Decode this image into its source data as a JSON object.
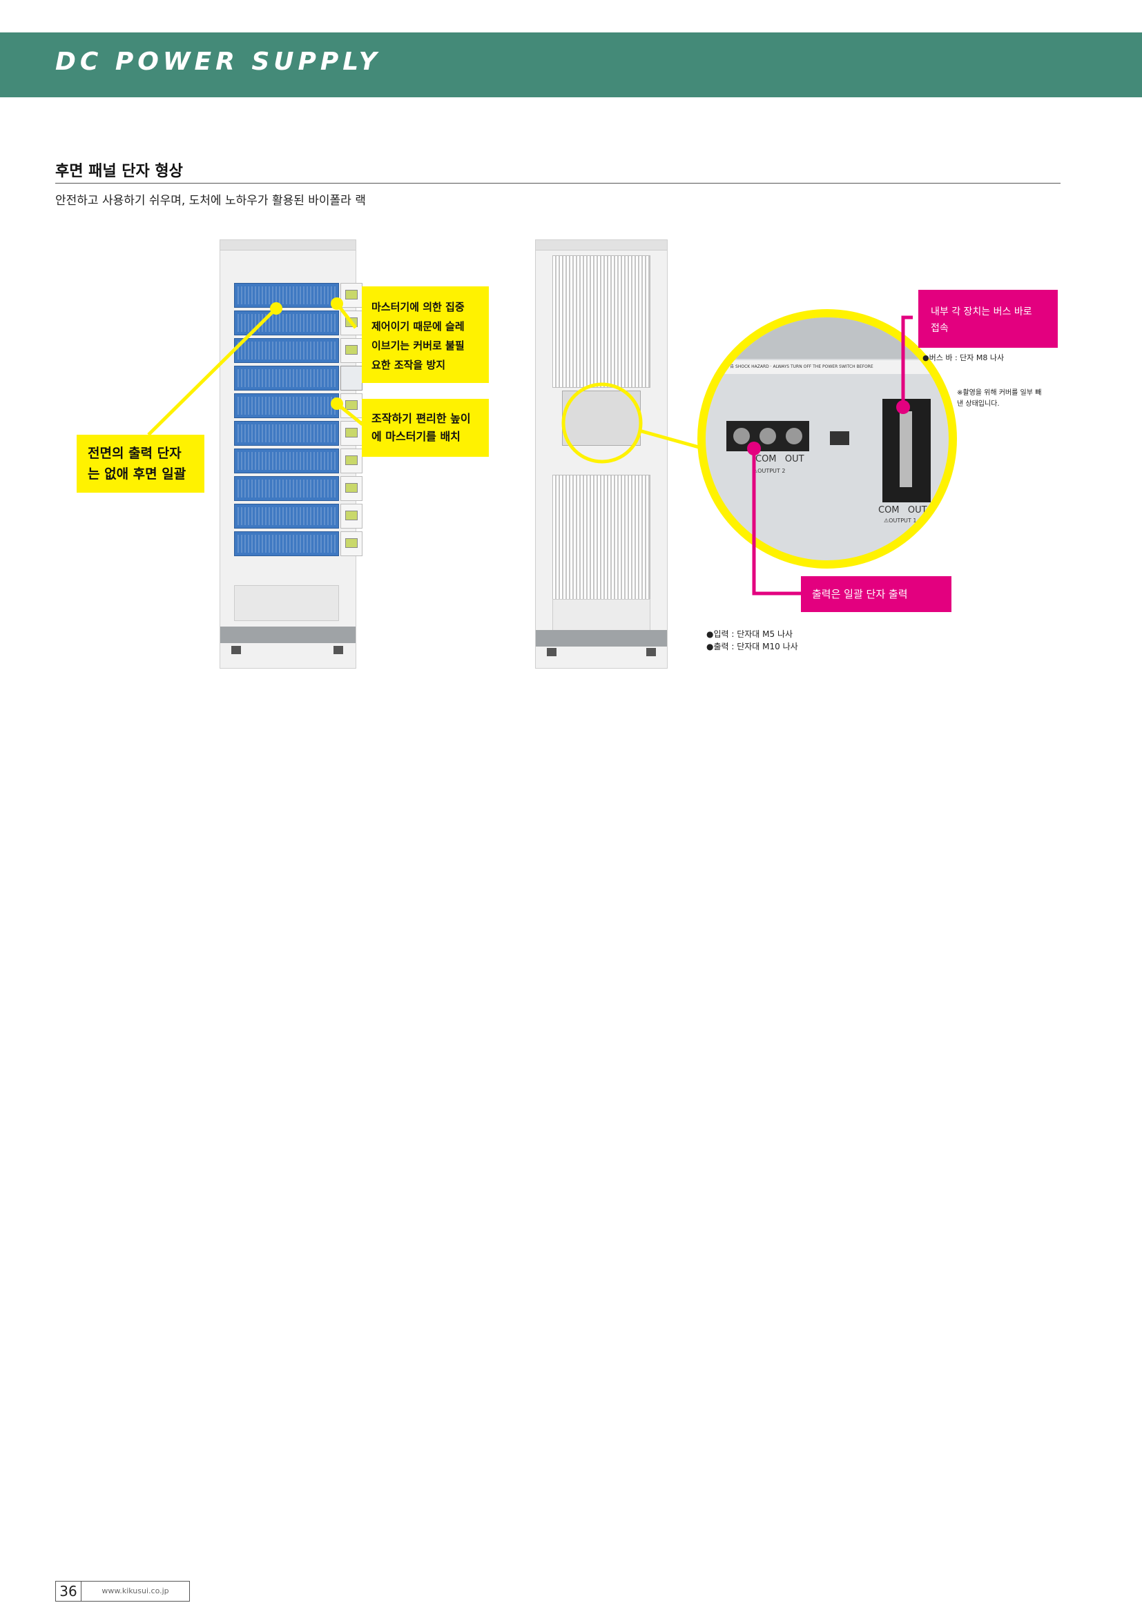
{
  "header": {
    "title": "DC POWER SUPPLY"
  },
  "section": {
    "title": "후면 패널 단자 형상",
    "subtitle": "안전하고 사용하기 쉬우며, 도처에 노하우가 활용된 바이폴라 랙"
  },
  "front_callouts": {
    "master_cover": "마스터기에 의한 집중\n제어이기 때문에 슬레\n이브기는 커버로 불필\n요한 조작을 방지",
    "master_height": "조작하기 편리한 높이\n에 마스터기를 배치",
    "output_terminal": "전면의 출력 단자\n는 없애 후면 일괄"
  },
  "rear_callouts": {
    "bus_connect": "내부 각 장치는 버스 바로\n접속",
    "bus_note": "●버스 바 : 단자 M8 나사",
    "cover_note": "※촬영을 위해 커버를 일부 빼\n낸 상태입니다.",
    "output_batch": "출력은 일괄 단자 출력",
    "input_note": "●입력 : 단자대 M5 나사",
    "output_note": "●출력 : 단자대 M10 나사"
  },
  "photo_labels": {
    "com_out_1": "COM   OUT",
    "com_out_2": "COM   OUT",
    "output_tag_1": "⚠OUTPUT 2",
    "output_tag_2": "⚠OUTPUT 1",
    "warning_strip": "NING / 警 告   SHOCK HAZARD · ALWAYS TURN OFF THE POWER SWITCH BEFORE"
  },
  "footer": {
    "page_number": "36",
    "url": "www.kikusui.co.jp"
  },
  "colors": {
    "banner": "#448a78",
    "yellow": "#fff200",
    "magenta": "#e3007f"
  }
}
